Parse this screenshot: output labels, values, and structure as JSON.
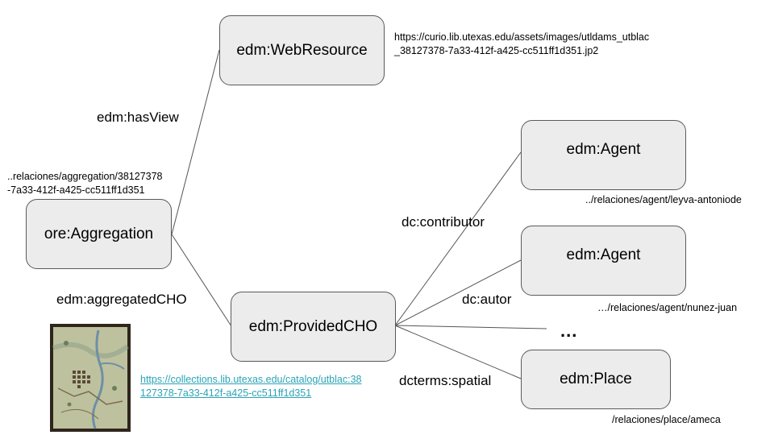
{
  "nodes": {
    "web_resource": "edm:WebResource",
    "aggregation": "ore:Aggregation",
    "provided_cho": "edm:ProvidedCHO",
    "agent_1": "edm:Agent",
    "agent_2": "edm:Agent",
    "place": "edm:Place"
  },
  "edges": {
    "has_view": "edm:hasView",
    "aggregated_cho": "edm:aggregatedCHO",
    "contributor": "dc:contributor",
    "autor": "dc:autor",
    "spatial": "dcterms:spatial",
    "ellipsis": "..."
  },
  "notes": {
    "web_resource_url_1": "https://curio.lib.utexas.edu/assets/images/utldams_utblac",
    "web_resource_url_2": "_38127378-7a33-412f-a425-cc511ff1d351.jp2",
    "aggregation_uri_1": "..relaciones/aggregation/38127378",
    "aggregation_uri_2": "-7a33-412f-a425-cc511ff1d351",
    "agent_1_uri": "../relaciones/agent/leyva-antoniode",
    "agent_2_uri": "…/relaciones/agent/nunez-juan",
    "place_uri": "/relaciones/place/ameca",
    "catalog_link_1": "https://collections.lib.utexas.edu/catalog/utblac:38",
    "catalog_link_2": "127378-7a33-412f-a425-cc511ff1d351"
  },
  "colors": {
    "node_fill": "#ececec",
    "node_border": "#5a5a5a",
    "edge_line": "#555555",
    "link": "#2aa3b6"
  },
  "icons": {
    "map_thumbnail": "historic-map-image"
  }
}
